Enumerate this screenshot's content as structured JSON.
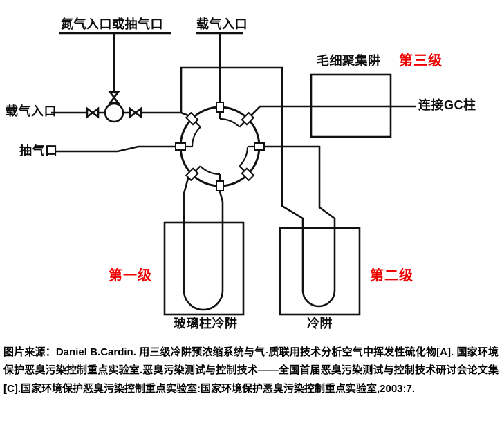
{
  "diagram": {
    "labels": {
      "nitrogen_inlet": "氮气入口或抽气口",
      "carrier_inlet_top": "载气入口",
      "carrier_inlet_left": "载气入口",
      "pump_port": "抽气口",
      "capillary_trap": "毛细聚集阱",
      "stage3": "第三级",
      "gc_column": "连接GC柱",
      "stage1": "第一级",
      "stage2": "第二级",
      "glass_column_trap": "玻璃柱冷阱",
      "cold_trap": "冷阱"
    },
    "colors": {
      "stage_label": "#ee0000",
      "line": "#111111"
    }
  },
  "caption": {
    "text": "图片来源：Daniel B.Cardin. 用三级冷阱预浓缩系统与气-质联用技术分析空气中挥发性硫化物[A]. 国家环境保护恶臭污染控制重点实验室.恶臭污染测试与控制技术——全国首届恶臭污染测试与控制技术研讨会论文集[C].国家环境保护恶臭污染控制重点实验室:国家环境保护恶臭污染控制重点实验室,2003:7."
  }
}
